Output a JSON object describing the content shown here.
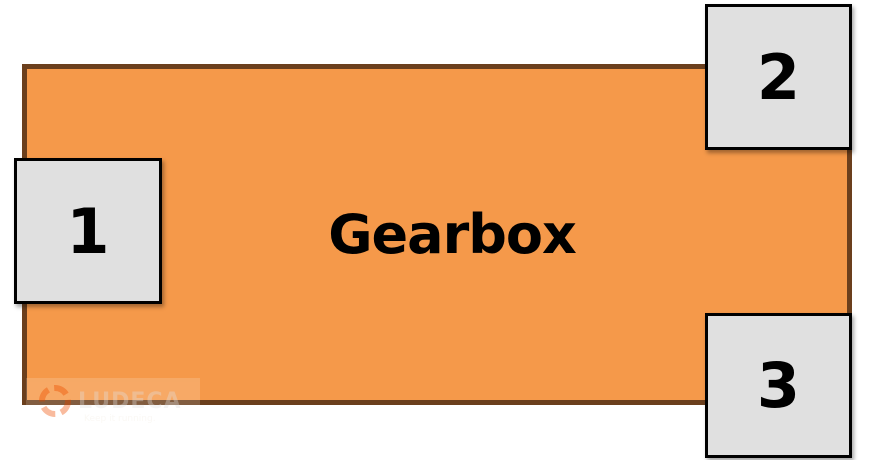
{
  "diagram": {
    "gearbox_label": "Gearbox",
    "ports": [
      {
        "label": "1"
      },
      {
        "label": "2"
      },
      {
        "label": "3"
      }
    ]
  },
  "watermark": {
    "brand": "LUDECA",
    "tagline": "Keep it running."
  },
  "colors": {
    "gearbox_fill": "#f5994a",
    "gearbox_border": "#6b3f1d",
    "port_fill": "#e0e0e0",
    "port_border": "#000000"
  }
}
